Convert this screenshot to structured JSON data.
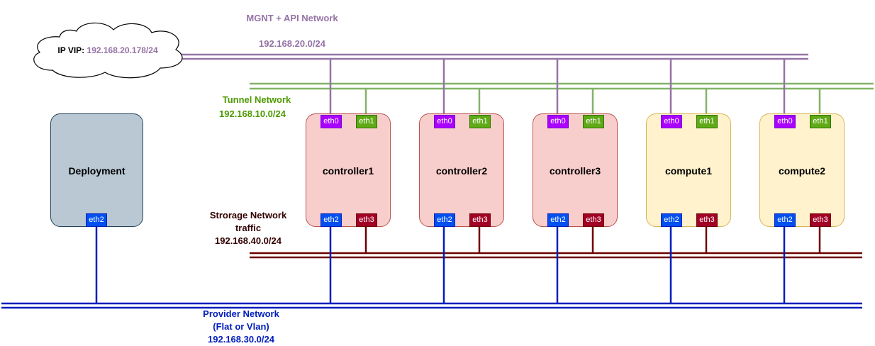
{
  "colors": {
    "mgmt": "#9673a6",
    "tunnel": "#82b366",
    "storage": "#6f0000",
    "provider": "#001dbc",
    "vip_text": "#9673a6",
    "tunnel_text": "#4d9900",
    "storage_text": "#330000",
    "provider_text": "#001dbc",
    "controller_fill": "#f8cecc",
    "controller_stroke": "#b85450",
    "compute_fill": "#fff2cc",
    "compute_stroke": "#d6b656",
    "deploy_fill": "#bac8d3",
    "deploy_stroke": "#23445d",
    "eth0": "#aa00ff",
    "eth1": "#60a917",
    "eth2": "#0050ef",
    "eth3": "#a20025"
  },
  "cloud": {
    "prefix": "IP VIP: ",
    "address": "192.168.20.178/24"
  },
  "networks": {
    "mgmt": {
      "name": "MGNT + API Network",
      "cidr": "192.168.20.0/24"
    },
    "tunnel": {
      "name": "Tunnel Network",
      "cidr": "192.168.10.0/24"
    },
    "storage": {
      "name_line1": "Strorage Network",
      "name_line2": "traffic",
      "cidr": "192.168.40.0/24"
    },
    "provider": {
      "name_line1": "Provider Network",
      "name_line2": "(Flat or Vlan)",
      "cidr": "192.168.30.0/24"
    }
  },
  "deployment": {
    "name": "Deployment",
    "port": "eth2"
  },
  "nodes": [
    {
      "name": "controller1",
      "kind": "controller",
      "ports": [
        "eth0",
        "eth1",
        "eth2",
        "eth3"
      ]
    },
    {
      "name": "controller2",
      "kind": "controller",
      "ports": [
        "eth0",
        "eth1",
        "eth2",
        "eth3"
      ]
    },
    {
      "name": "controller3",
      "kind": "controller",
      "ports": [
        "eth0",
        "eth1",
        "eth2",
        "eth3"
      ]
    },
    {
      "name": "compute1",
      "kind": "compute",
      "ports": [
        "eth0",
        "eth1",
        "eth2",
        "eth3"
      ]
    },
    {
      "name": "compute2",
      "kind": "compute",
      "ports": [
        "eth0",
        "eth1",
        "eth2",
        "eth3"
      ]
    }
  ]
}
